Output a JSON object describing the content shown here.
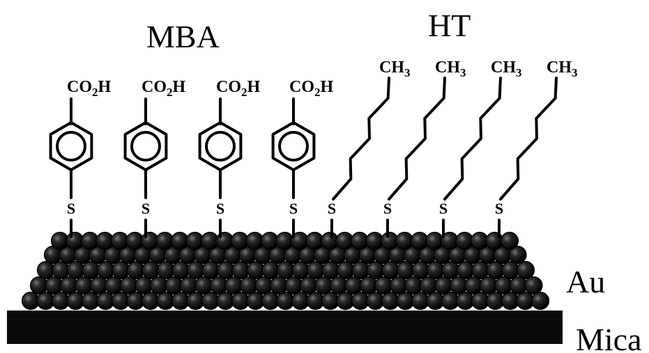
{
  "labels": {
    "mba": "MBA",
    "ht": "HT",
    "au": "Au",
    "mica": "Mica",
    "sulfur": "S"
  },
  "mba_group": {
    "main": "CO",
    "sub": "2",
    "tail": "H"
  },
  "ht_group": {
    "main": "CH",
    "sub": "3"
  },
  "molecules": {
    "mba_count": 4,
    "ht_count": 4
  },
  "colors": {
    "ink": "#000000",
    "background": "#ffffff",
    "gold_atom": "#1a1a1a",
    "mica": "#0a0a0a"
  }
}
